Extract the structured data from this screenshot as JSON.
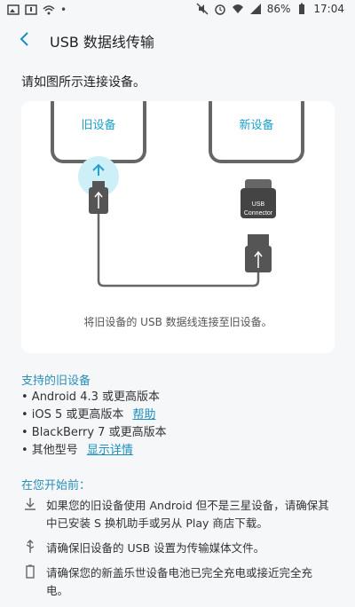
{
  "status_bar": {
    "battery": "86%",
    "time": "17:04",
    "icons_left": [
      "gallery-icon",
      "alert-icon",
      "wifi-signal-icon",
      "dot-icon"
    ],
    "icons_right": [
      "mute-icon",
      "alarm-icon",
      "wifi-icon",
      "signal-icon",
      "battery-icon"
    ]
  },
  "header": {
    "title": "USB 数据线传输"
  },
  "intro": "请如图所示连接设备。",
  "illustration": {
    "old_device_label": "旧设备",
    "new_device_label": "新设备",
    "connector_label_1": "USB",
    "connector_label_2": "Connector",
    "caption": "将旧设备的 USB 数据线连接至旧设备。"
  },
  "supported": {
    "title": "支持的旧设备",
    "items": [
      {
        "text": "• Android 4.3 或更高版本"
      },
      {
        "text": "• iOS 5 或更高版本",
        "link": "帮助"
      },
      {
        "text": "• BlackBerry 7 或更高版本"
      },
      {
        "text": "• 其他型号",
        "link": "显示详情"
      }
    ]
  },
  "before": {
    "title": "在您开始前：",
    "tips": [
      {
        "icon": "download-icon",
        "text": "如果您的旧设备使用 Android 但不是三星设备，请确保其中已安装 S 换机助手或另从 Play 商店下载。"
      },
      {
        "icon": "usb-icon",
        "text": "请确保旧设备的 USB 设置为传输媒体文件。"
      },
      {
        "icon": "battery-outline-icon",
        "text": "请确保您的新盖乐世设备电池已完全充电或接近完全充电。"
      }
    ]
  }
}
